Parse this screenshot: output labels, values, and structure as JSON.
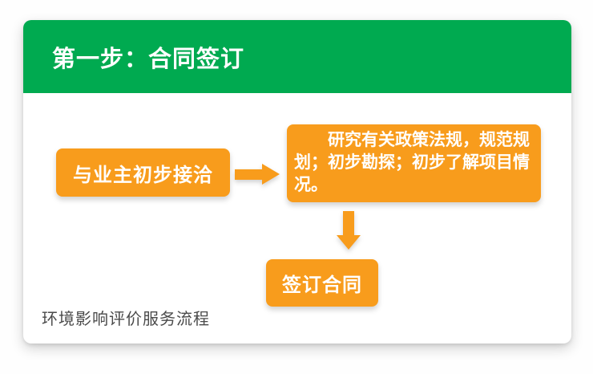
{
  "colors": {
    "green": "#00aa50",
    "orange": "#f89c1c",
    "white": "#ffffff",
    "caption": "#4a4a4a"
  },
  "card": {
    "header": {
      "title": "第一步：合同签订"
    },
    "flow": {
      "step1_label": "与业主初步接洽",
      "step2_text": "研究有关政策法规，规范规划；初步勘探；初步了解项目情况。",
      "step3_label": "签订合同"
    },
    "caption": "环境影响评价服务流程"
  }
}
